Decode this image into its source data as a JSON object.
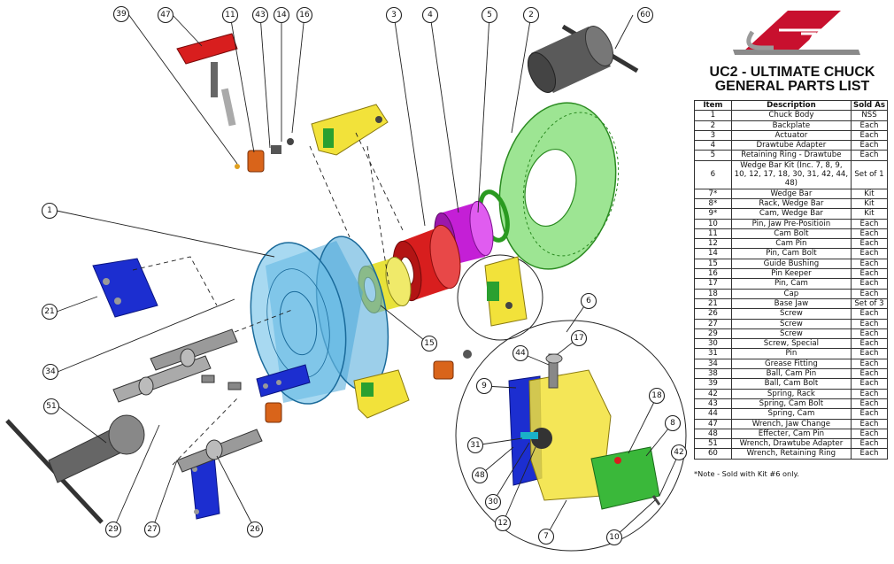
{
  "title": {
    "line1": "UC2 - ULTIMATE CHUCK",
    "line2": "GENERAL PARTS LIST"
  },
  "table": {
    "headers": [
      "Item",
      "Description",
      "Sold As"
    ],
    "rows": [
      [
        "1",
        "Chuck Body",
        "NSS"
      ],
      [
        "2",
        "Backplate",
        "Each"
      ],
      [
        "3",
        "Actuator",
        "Each"
      ],
      [
        "4",
        "Drawtube Adapter",
        "Each"
      ],
      [
        "5",
        "Retaining Ring - Drawtube",
        "Each"
      ],
      [
        "6",
        "Wedge Bar Kit (Inc. 7, 8, 9, 10, 12, 17, 18, 30, 31, 42, 44, 48)",
        "Set of 1"
      ],
      [
        "7*",
        "Wedge Bar",
        "Kit"
      ],
      [
        "8*",
        "Rack, Wedge Bar",
        "Kit"
      ],
      [
        "9*",
        "Cam, Wedge Bar",
        "Kit"
      ],
      [
        "10",
        "Pin, Jaw Pre-Positioin",
        "Each"
      ],
      [
        "11",
        "Cam Bolt",
        "Each"
      ],
      [
        "12",
        "Cam Pin",
        "Each"
      ],
      [
        "14",
        "Pin, Cam Bolt",
        "Each"
      ],
      [
        "15",
        "Guide Bushing",
        "Each"
      ],
      [
        "16",
        "Pin Keeper",
        "Each"
      ],
      [
        "17",
        "Pin, Cam",
        "Each"
      ],
      [
        "18",
        "Cap",
        "Each"
      ],
      [
        "21",
        "Base Jaw",
        "Set of 3"
      ],
      [
        "26",
        "Screw",
        "Each"
      ],
      [
        "27",
        "Screw",
        "Each"
      ],
      [
        "29",
        "Screw",
        "Each"
      ],
      [
        "30",
        "Screw, Special",
        "Each"
      ],
      [
        "31",
        "Pin",
        "Each"
      ],
      [
        "34",
        "Grease Fitting",
        "Each"
      ],
      [
        "38",
        "Ball, Cam Pin",
        "Each"
      ],
      [
        "39",
        "Ball, Cam Bolt",
        "Each"
      ],
      [
        "42",
        "Spring, Rack",
        "Each"
      ],
      [
        "43",
        "Spring, Cam Bolt",
        "Each"
      ],
      [
        "44",
        "Spring, Cam",
        "Each"
      ],
      [
        "47",
        "Wrench, Jaw Change",
        "Each"
      ],
      [
        "48",
        "Effecter, Cam Pin",
        "Each"
      ],
      [
        "51",
        "Wrench, Drawtube Adapter",
        "Each"
      ],
      [
        "60",
        "Wrench, Retaining Ring",
        "Each"
      ]
    ]
  },
  "note": "*Note - Sold with Kit #6 only.",
  "callouts": [
    "39",
    "47",
    "11",
    "43",
    "14",
    "16",
    "3",
    "4",
    "5",
    "2",
    "60",
    "1",
    "21",
    "34",
    "51",
    "29",
    "27",
    "26",
    "15",
    "6",
    "17",
    "44",
    "9",
    "18",
    "8",
    "31",
    "48",
    "30",
    "12",
    "7",
    "42",
    "10"
  ],
  "colors": {
    "body_blue": "#4aa8d8",
    "actuator_red": "#d81e1e",
    "adapter_magenta": "#c41fd6",
    "backplate_green": "#4ccf3a",
    "bushing_yellow": "#e8e23a",
    "wedge_yellow": "#f2e23a",
    "jaw_blue": "#1c2ed0",
    "cam_orange": "#d9641a",
    "logo_red": "#c8102e"
  },
  "icons": [
    "ats-logo"
  ]
}
